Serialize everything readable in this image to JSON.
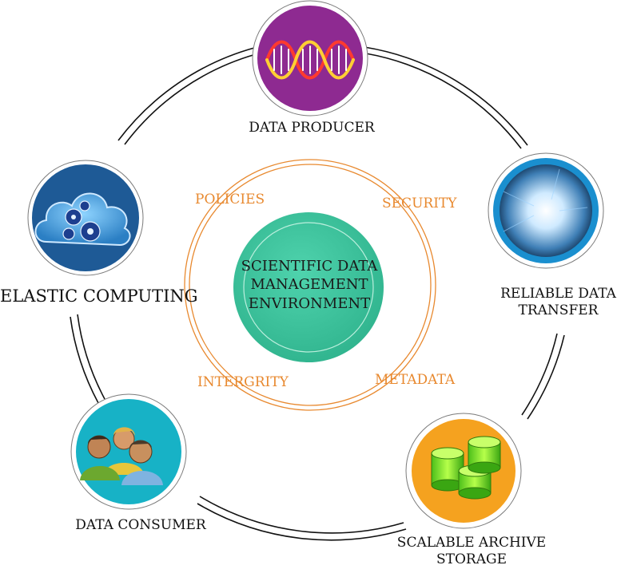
{
  "center": {
    "line1": "SCIENTIFIC DATA",
    "line2": "MANAGEMENT",
    "line3": "ENVIRONMENT"
  },
  "properties": {
    "policies": "POLICIES",
    "security": "SECURITY",
    "intergrity": "INTERGRITY",
    "metadata": "METADATA"
  },
  "nodes": {
    "producer": "DATA PRODUCER",
    "computing": "ELASTIC COMPUTING",
    "transfer_line1": "RELIABLE DATA",
    "transfer_line2": "TRANSFER",
    "storage_line1": "SCALABLE ARCHIVE",
    "storage_line2": "STORAGE",
    "consumer": "DATA CONSUMER"
  },
  "colors": {
    "center_fill": "#3cc7a0",
    "property_text": "#e8892f",
    "producer_fill": "#8e2a91",
    "computing_fill": "#1e5a96",
    "transfer_ring": "#1a8fcf",
    "storage_fill": "#f5a21f",
    "consumer_fill": "#17b2c6"
  }
}
